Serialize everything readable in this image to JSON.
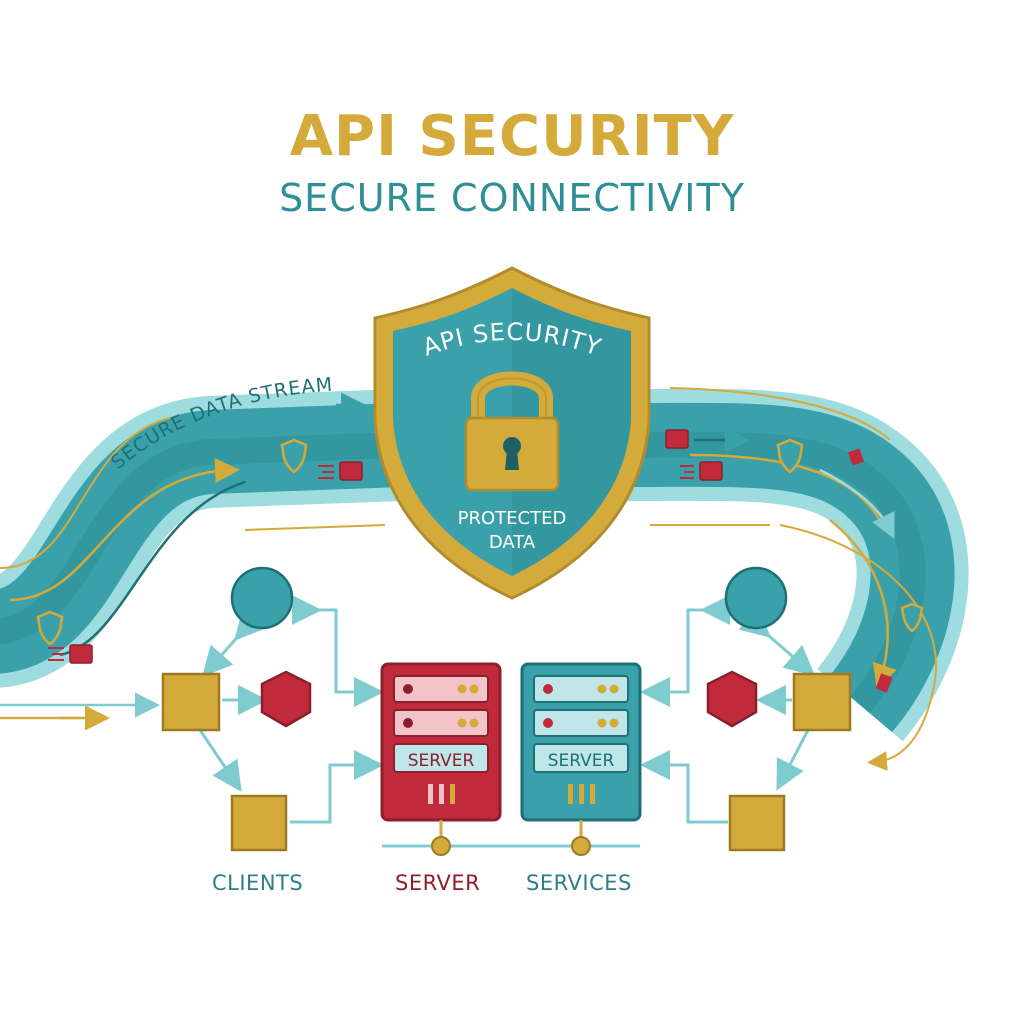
{
  "header": {
    "title": "API SECURITY",
    "subtitle": "SECURE CONNECTIVITY"
  },
  "shield": {
    "arc_label": "API SECURITY",
    "caption_line1": "PROTECTED",
    "caption_line2": "DATA"
  },
  "stream": {
    "label": "SECURE DATA STREAM"
  },
  "servers": {
    "left_label": "SERVER",
    "right_label": "SERVER"
  },
  "groups": {
    "clients": "CLIENTS",
    "server": "SERVER",
    "services": "SERVICES"
  },
  "colors": {
    "teal": "#3aa1aa",
    "teal_light": "#9fdcdf",
    "gold": "#d4aa3a",
    "crimson": "#c12a3a",
    "dark_teal": "#2d7f87"
  }
}
